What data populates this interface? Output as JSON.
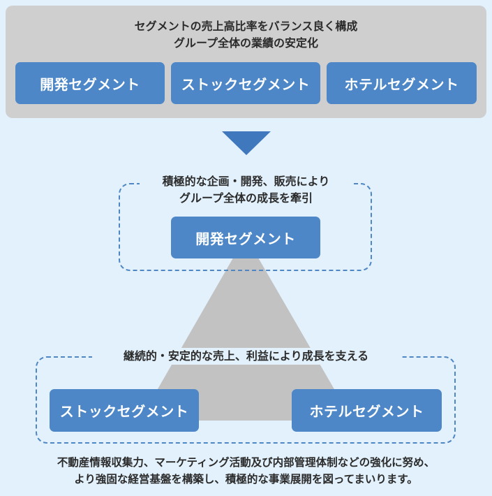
{
  "top": {
    "heading_line1": "セグメントの売上高比率をバランス良く構成",
    "heading_line2": "グループ全体の業績の安定化",
    "segments": [
      "開発セグメント",
      "ストックセグメント",
      "ホテルセグメント"
    ]
  },
  "upper": {
    "caption_line1": "積極的な企画・開発、販売により",
    "caption_line2": "グループ全体の成長を牽引",
    "segment": "開発セグメント"
  },
  "lower": {
    "caption": "継続的・安定的な売上、利益により成長を支える",
    "segment_left": "ストックセグメント",
    "segment_right": "ホテルセグメント"
  },
  "footer": {
    "line1": "不動産情報収集力、マーケティング活動及び内部管理体制などの強化に努め、",
    "line2": "より強固な経営基盤を構築し、積極的な事業展開を図ってまいります。"
  },
  "colors": {
    "background": "#e2f1fb",
    "panel": "#cfcfd0",
    "segment": "#4d87c7",
    "arrow": "#3f78bd",
    "triangle": "#c2c2c3",
    "dash": "#4f86c4"
  }
}
